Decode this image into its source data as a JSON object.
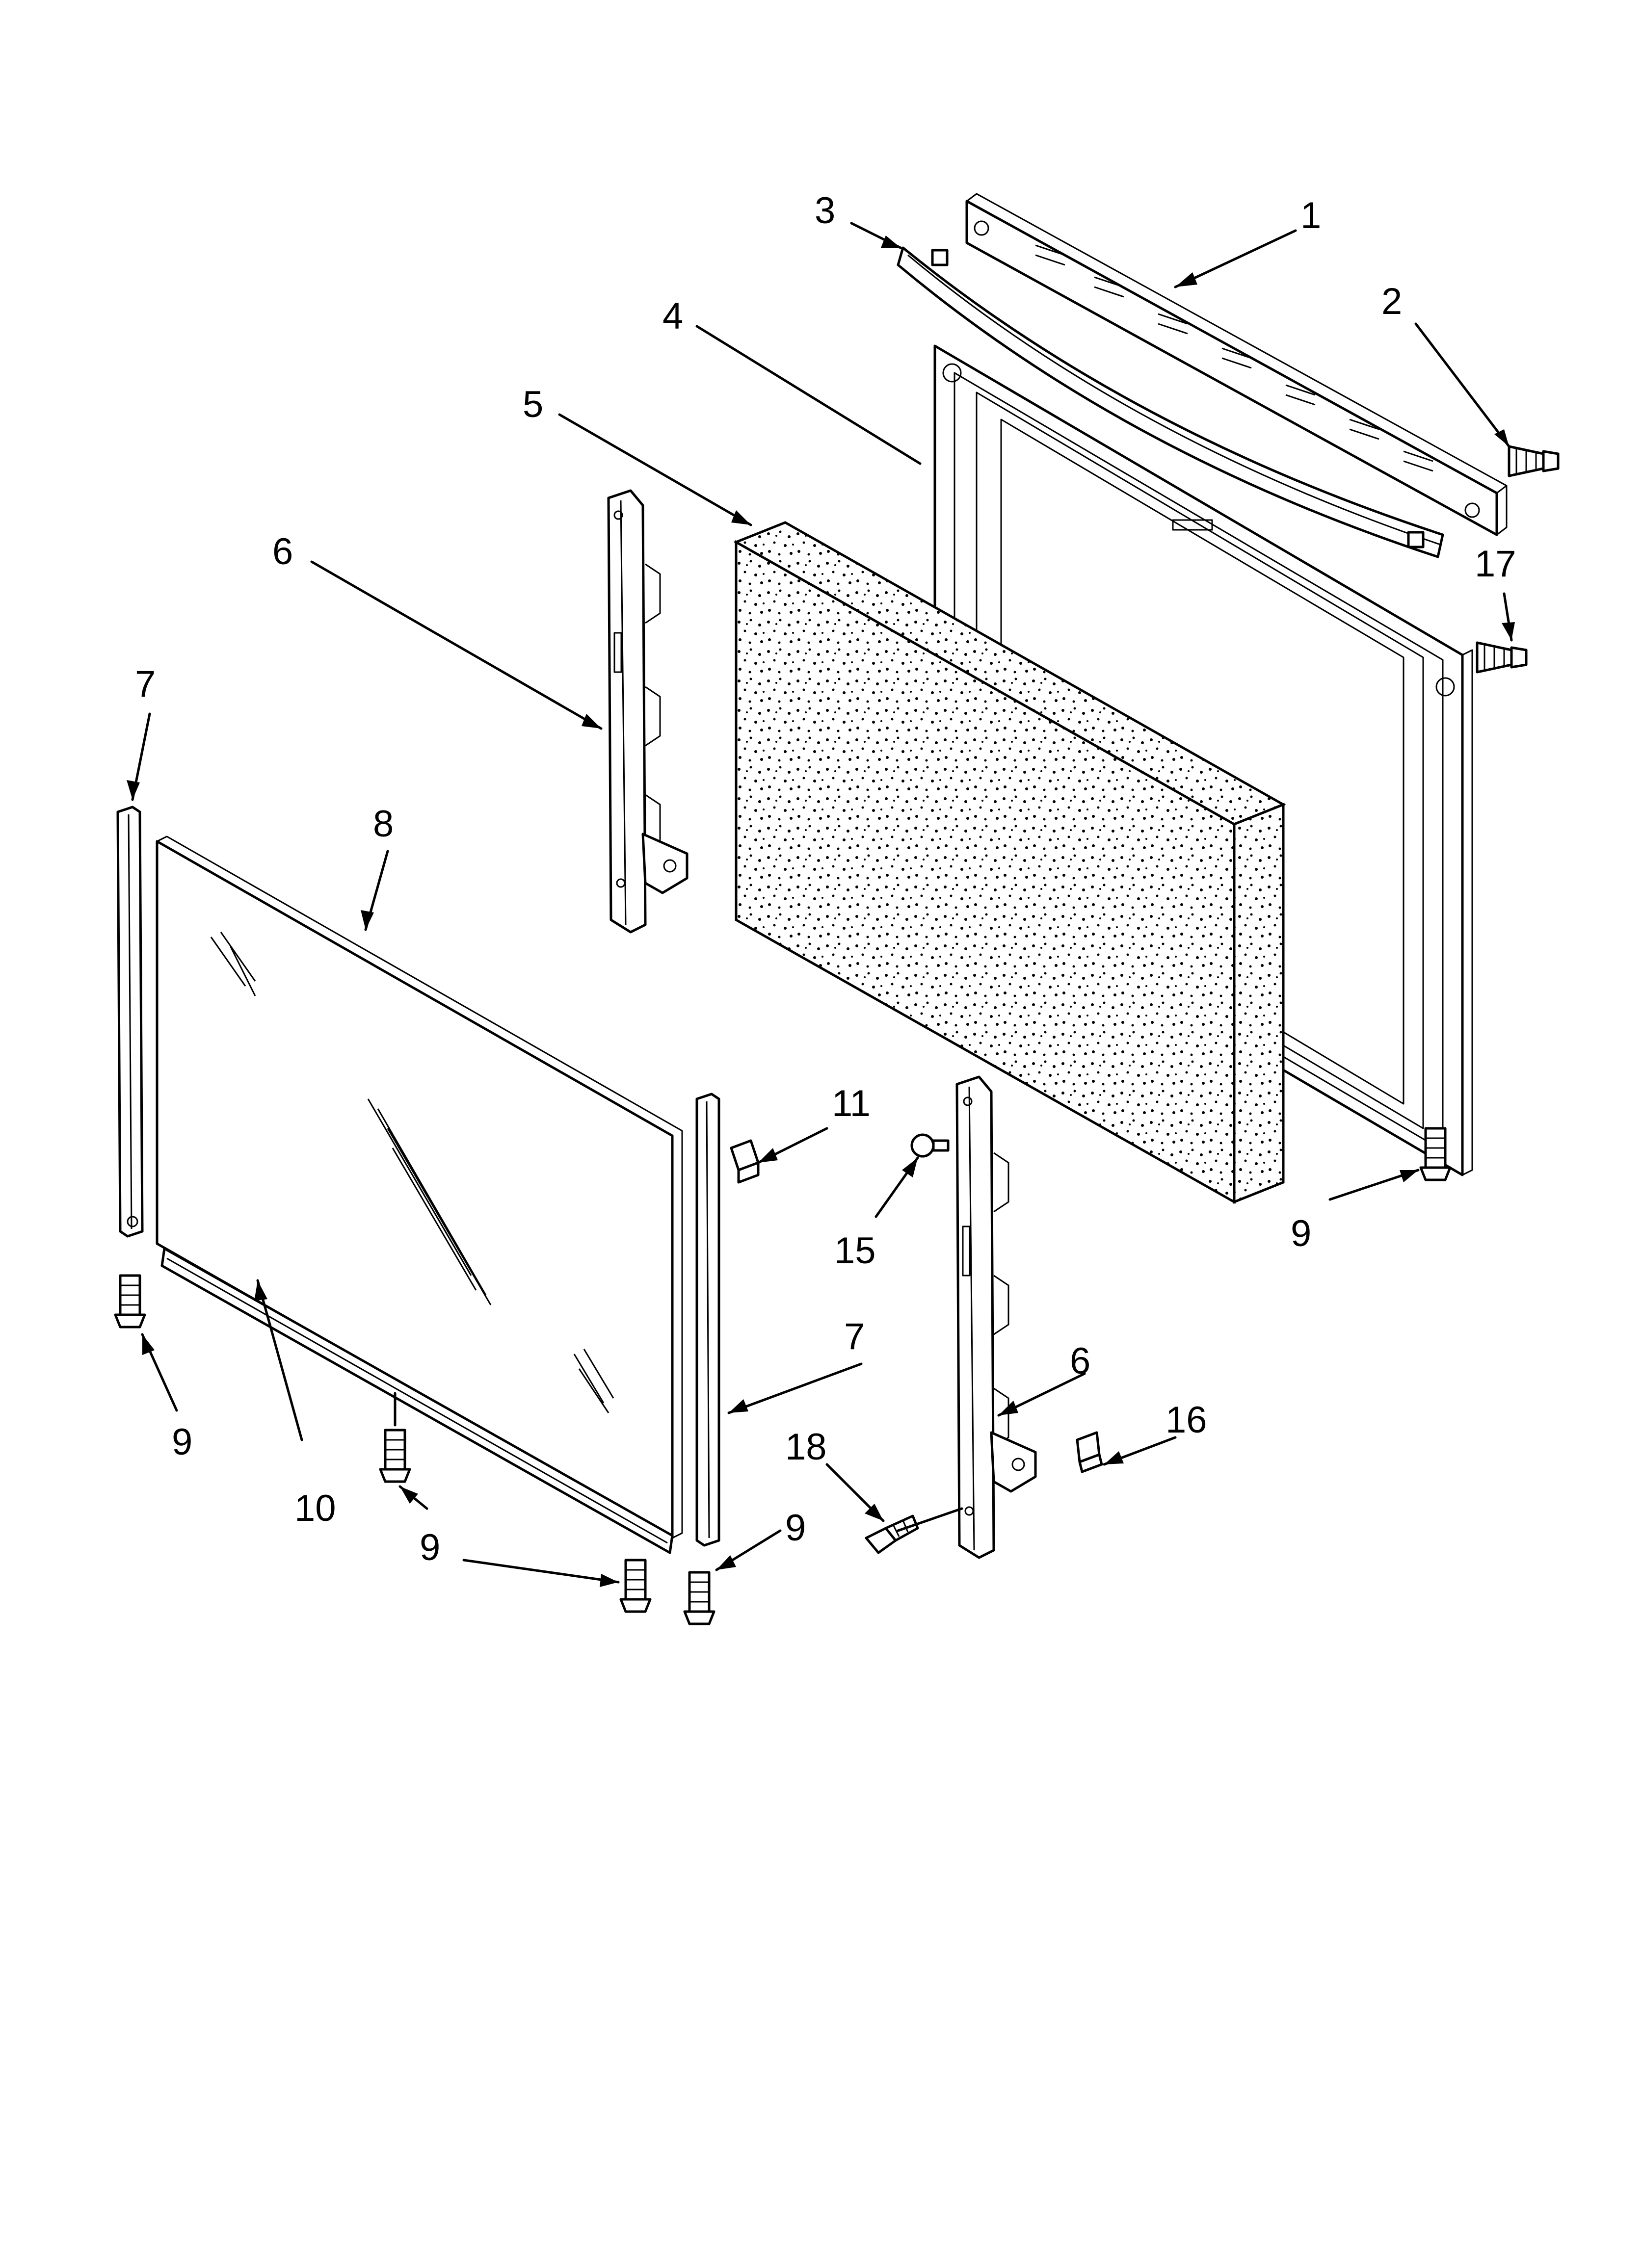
{
  "callouts": [
    {
      "id": "c1",
      "label": "1"
    },
    {
      "id": "c2",
      "label": "2"
    },
    {
      "id": "c3",
      "label": "3"
    },
    {
      "id": "c4",
      "label": "4"
    },
    {
      "id": "c5",
      "label": "5"
    },
    {
      "id": "c6a",
      "label": "6"
    },
    {
      "id": "c6b",
      "label": "6"
    },
    {
      "id": "c7a",
      "label": "7"
    },
    {
      "id": "c7b",
      "label": "7"
    },
    {
      "id": "c8",
      "label": "8"
    },
    {
      "id": "c9a",
      "label": "9"
    },
    {
      "id": "c9b",
      "label": "9"
    },
    {
      "id": "c9c",
      "label": "9"
    },
    {
      "id": "c9d",
      "label": "9"
    },
    {
      "id": "c10",
      "label": "10"
    },
    {
      "id": "c11",
      "label": "11"
    },
    {
      "id": "c15",
      "label": "15"
    },
    {
      "id": "c16",
      "label": "16"
    },
    {
      "id": "c17",
      "label": "17"
    },
    {
      "id": "c18",
      "label": "18"
    }
  ]
}
